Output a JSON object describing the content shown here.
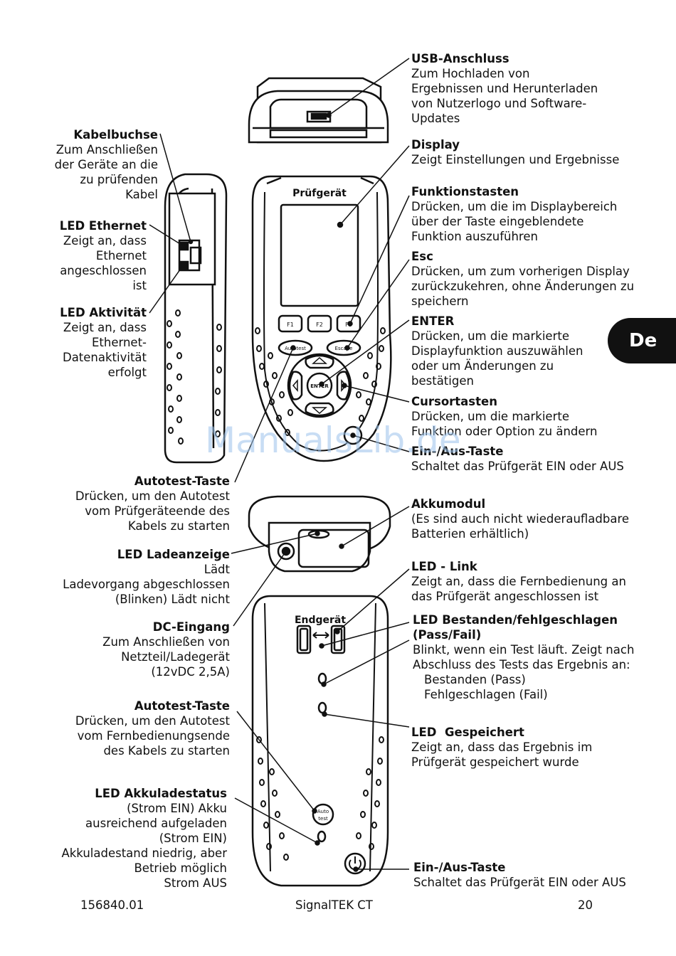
{
  "device_labels": {
    "tester": "Prüfgerät",
    "remote": "Endgerät"
  },
  "keys": {
    "f1": "F1",
    "f2": "F2",
    "f3": "F3",
    "autotest": "Autotest",
    "escape": "Escape",
    "enter": "ENTER",
    "remote_autotest_1": "Auto",
    "remote_autotest_2": "test"
  },
  "callouts": {
    "usb": {
      "title": "USB-Anschluss",
      "desc": "Zum Hochladen von\nErgebnissen und Herunterladen\nvon Nutzerlogo und Software-\nUpdates"
    },
    "display": {
      "title": "Display",
      "desc": "Zeigt Einstellungen und Ergebnisse"
    },
    "fkeys": {
      "title": "Funktionstasten",
      "desc": "Drücken, um die im Displaybereich\nüber der Taste eingeblendete\nFunktion auszuführen"
    },
    "esc": {
      "title": "Esc",
      "desc": "Drücken, um zum vorherigen Display\nzurückzukehren, ohne Änderungen zu\nspeichern"
    },
    "enter": {
      "title": "ENTER",
      "desc": "Drücken, um die markierte\nDisplayfunktion auszuwählen\noder um Änderungen zu\nbestätigen"
    },
    "cursor": {
      "title": "Cursortasten",
      "desc": "Drücken, um die markierte\nFunktion oder Option zu ändern"
    },
    "power1": {
      "title": "Ein-/Aus-Taste",
      "desc": "Schaltet das Prüfgerät EIN oder AUS"
    },
    "battery": {
      "title": "Akkumodul",
      "desc": "(Es sind auch nicht wiederaufladbare\nBatterien erhältlich)"
    },
    "ledlink": {
      "title": "LED - Link",
      "desc": "Zeigt an, dass die Fernbedienung an\ndas Prüfgerät angeschlossen ist"
    },
    "ledpass": {
      "title": "LED Bestanden/fehlgeschlagen\n(Pass/Fail)",
      "desc": "Blinkt, wenn ein Test läuft. Zeigt nach\nAbschluss des Tests das Ergebnis an:",
      "opt1": "Bestanden (Pass)",
      "opt2": "Fehlgeschlagen (Fail)"
    },
    "ledsaved": {
      "title": "LED  Gespeichert",
      "desc": "Zeigt an, dass das Ergebnis im\nPrüfgerät gespeichert wurde"
    },
    "power2": {
      "title": "Ein-/Aus-Taste",
      "desc": "Schaltet das Prüfgerät EIN oder AUS"
    },
    "cable": {
      "title": "Kabelbuchse",
      "desc": "Zum Anschließen\nder Geräte an die\nzu prüfenden\nKabel"
    },
    "ledeth": {
      "title": "LED Ethernet",
      "desc": "Zeigt an, dass\nEthernet\nangeschlossen\nist"
    },
    "ledact": {
      "title": "LED Aktivität",
      "desc": "Zeigt an, dass\nEthernet-\nDatenaktivität\nerfolgt"
    },
    "autotest1": {
      "title": "Autotest-Taste",
      "desc": "Drücken, um den Autotest\nvom Prüfgeräteende des\nKabels zu starten"
    },
    "ledcharge": {
      "title": "LED Ladeanzeige",
      "desc": "Lädt\nLadevorgang abgeschlossen\n(Blinken) Lädt nicht"
    },
    "dc": {
      "title": "DC-Eingang",
      "desc": "Zum Anschließen von\nNetzteil/Ladegerät\n(12vDC 2,5A)"
    },
    "autotest2": {
      "title": "Autotest-Taste",
      "desc": "Drücken, um den Autotest\nvom Fernbedienungsende\ndes Kabels zu starten"
    },
    "ledbatt": {
      "title": "LED Akkuladestatus",
      "desc": "(Strom EIN)  Akku\nausreichend aufgeladen\n(Strom EIN)\nAkkuladestand niedrig, aber\nBetrieb möglich\nStrom AUS"
    }
  },
  "tab_label": "De",
  "watermark": "ManualsLib.de",
  "footer": {
    "left": "156840.01",
    "center": "SignalTEK CT",
    "right": "20"
  }
}
